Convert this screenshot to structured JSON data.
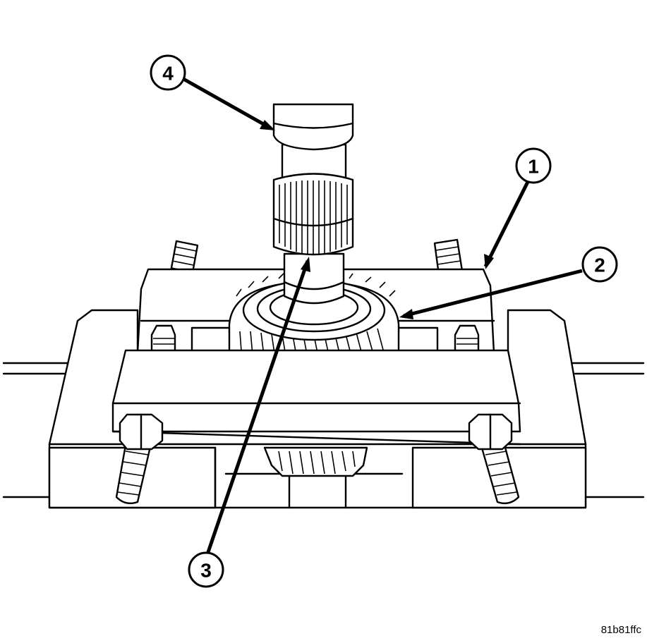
{
  "figure": {
    "id_label": "81b81ffc",
    "callouts": [
      {
        "number": "1"
      },
      {
        "number": "2"
      },
      {
        "number": "3"
      },
      {
        "number": "4"
      }
    ]
  }
}
